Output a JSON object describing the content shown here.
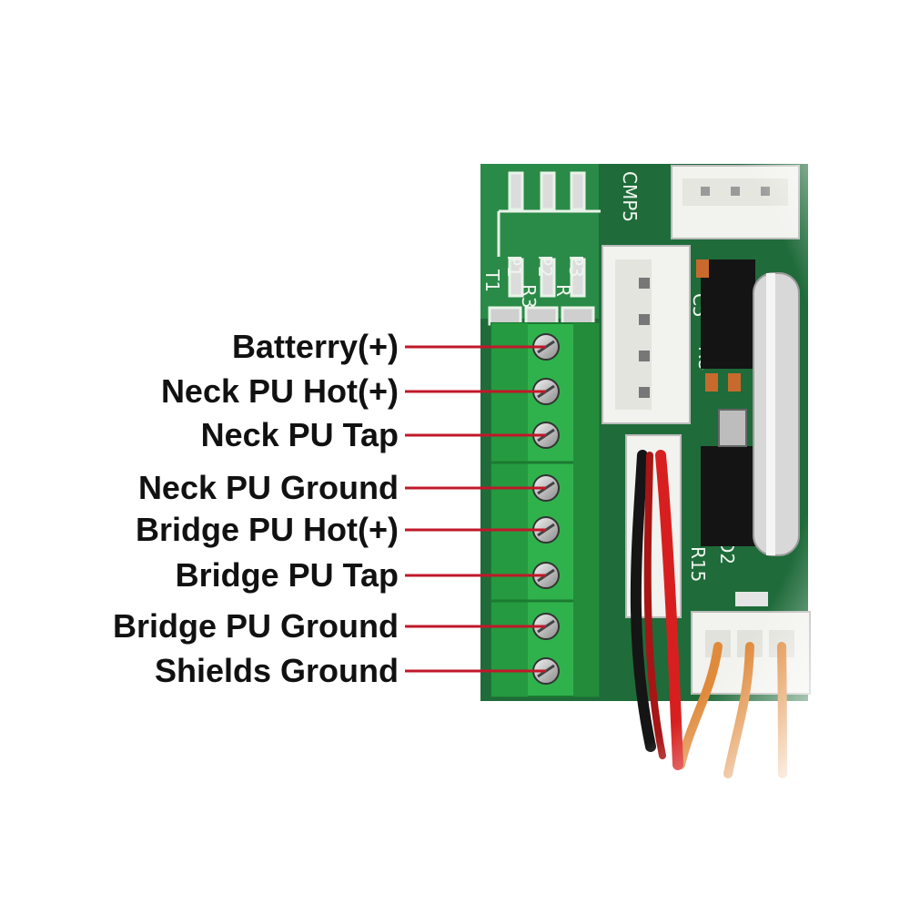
{
  "board": {
    "silkscreen": [
      "P1",
      "P2",
      "P3",
      "CMP5",
      "T1",
      "R3",
      "R",
      "C5",
      "R8",
      "R15",
      "D2"
    ]
  },
  "terminals": [
    {
      "label": "Batterry(+)"
    },
    {
      "label": "Neck PU Hot(+)"
    },
    {
      "label": "Neck PU Tap"
    },
    {
      "label": "Neck PU Ground"
    },
    {
      "label": "Bridge PU Hot(+)"
    },
    {
      "label": "Bridge PU Tap"
    },
    {
      "label": "Bridge PU Ground"
    },
    {
      "label": "Shields Ground"
    }
  ],
  "colors": {
    "pcb": "#1f6b3a",
    "terminal_block": "#2fb24c",
    "leader_line": "#c0182a",
    "connector": "#f2f2ee",
    "wire_red": "#d81f1f",
    "wire_black": "#151515",
    "wire_orange": "#e08a3c"
  }
}
